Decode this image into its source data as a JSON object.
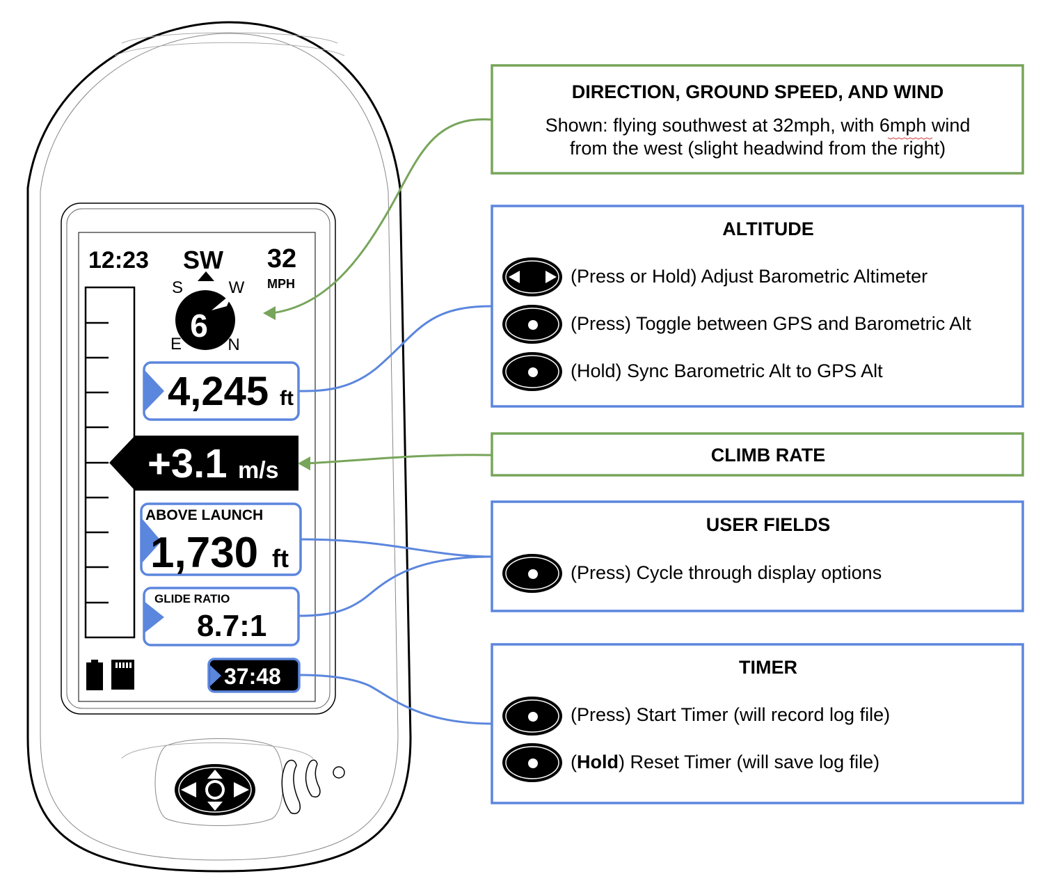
{
  "device": {
    "time": "12:23",
    "heading": "SW",
    "speed": "32",
    "speed_unit": "MPH",
    "compass": {
      "top_left": "S",
      "top_right": "W",
      "bottom_left": "E",
      "bottom_right": "N",
      "wind": "6"
    },
    "altitude": {
      "value": "4,245",
      "unit": "ft"
    },
    "climb": {
      "value": "+3.1",
      "unit": "m/s"
    },
    "field1": {
      "label": "ABOVE LAUNCH",
      "value": "1,730",
      "unit": "ft"
    },
    "field2": {
      "label": "GLIDE RATIO",
      "value": "8.7:1"
    },
    "timer": "37:48",
    "icons": [
      "battery-icon",
      "sd-card-icon",
      "dpad-button-icon"
    ]
  },
  "callouts": {
    "direction": {
      "title": "DIRECTION, GROUND SPEED, AND WIND",
      "line1": "Shown: flying southwest at 32mph, with 6mph wind",
      "line2": "from the west (slight headwind from the right)"
    },
    "altitude": {
      "title": "ALTITUDE",
      "items": [
        {
          "icon": "left-right-button-icon",
          "text": "(Press or Hold) Adjust Barometric Altimeter"
        },
        {
          "icon": "center-button-icon",
          "text": "(Press) Toggle between GPS and Barometric Alt"
        },
        {
          "icon": "center-button-icon",
          "text": "(Hold) Sync Barometric Alt to GPS Alt"
        }
      ]
    },
    "climb": {
      "title": "CLIMB RATE"
    },
    "user_fields": {
      "title": "USER FIELDS",
      "items": [
        {
          "icon": "center-button-icon",
          "text": "(Press) Cycle through display options"
        }
      ]
    },
    "timer": {
      "title": "TIMER",
      "items": [
        {
          "icon": "center-button-icon",
          "text": "(Press) Start Timer (will record log file)"
        },
        {
          "icon": "center-button-icon",
          "pre": "(",
          "bold": "Hold",
          "post": ") Reset Timer (will save log file)"
        }
      ]
    }
  },
  "colors": {
    "green": "#77a55a",
    "blue": "#5b86dd"
  }
}
